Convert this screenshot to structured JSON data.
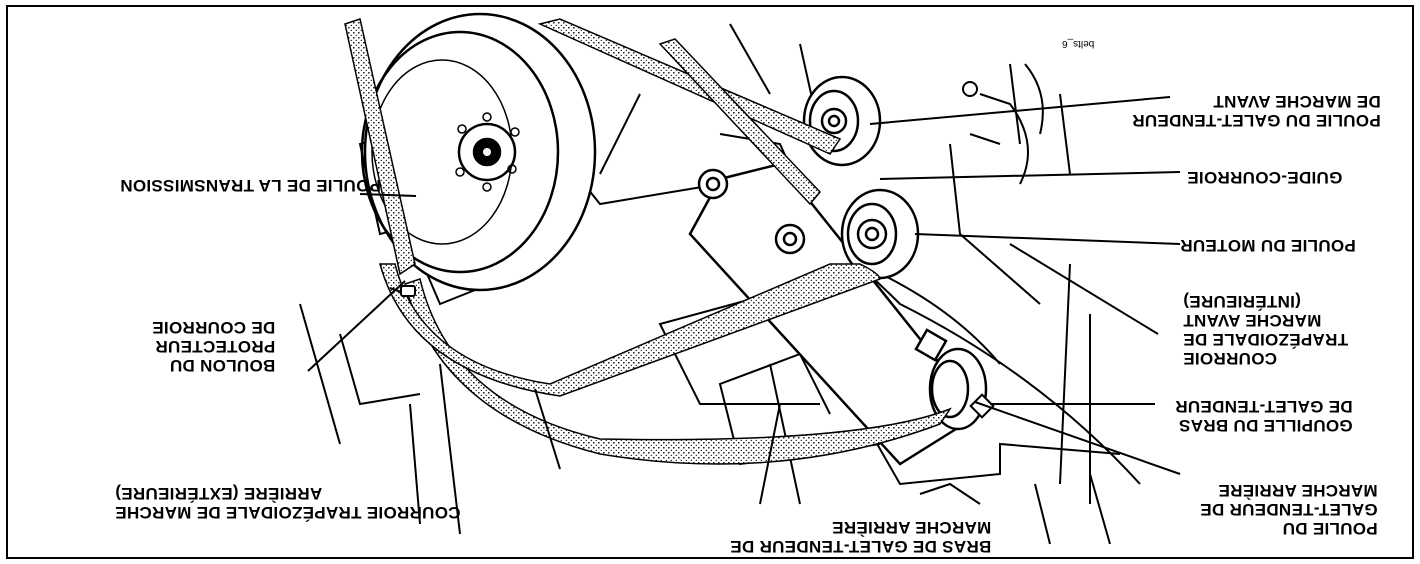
{
  "figure_id": "belts_6",
  "labels": {
    "poulie_transmission": "POULIE DE LA TRANSMISSION",
    "poulie_galet_avant": "POULIE DU GALET-TENDEUR\nDE MARCHE AVANT",
    "guide_courroie": "GUIDE-COURROIE",
    "poulie_moteur": "POULIE DU MOTEUR",
    "courroie_avant": "COURROIE\nTRAPÉZOIDALE DE\nMARCHE AVANT\n(INTÉRIEURE)",
    "goupille_bras": "GOUPILLE DU BRAS\nDE GALET-TENDEUR",
    "poulie_galet_arriere": "POULIE DU\nGALET-TENDEUR DE\nMARCHE ARRIÈRE",
    "bras_galet_arriere": "BRAS DE GALET-TENDEUR DE\nMARCHE ARRIÈRE",
    "courroie_arriere": "COURROIE TRAPÉZOIDALE DE MARCHE\nARRIÈRE (EXTÉRIEURE)",
    "boulon_protecteur": "BOULON DU\nPROTECTEUR\nDE COURROIE"
  }
}
